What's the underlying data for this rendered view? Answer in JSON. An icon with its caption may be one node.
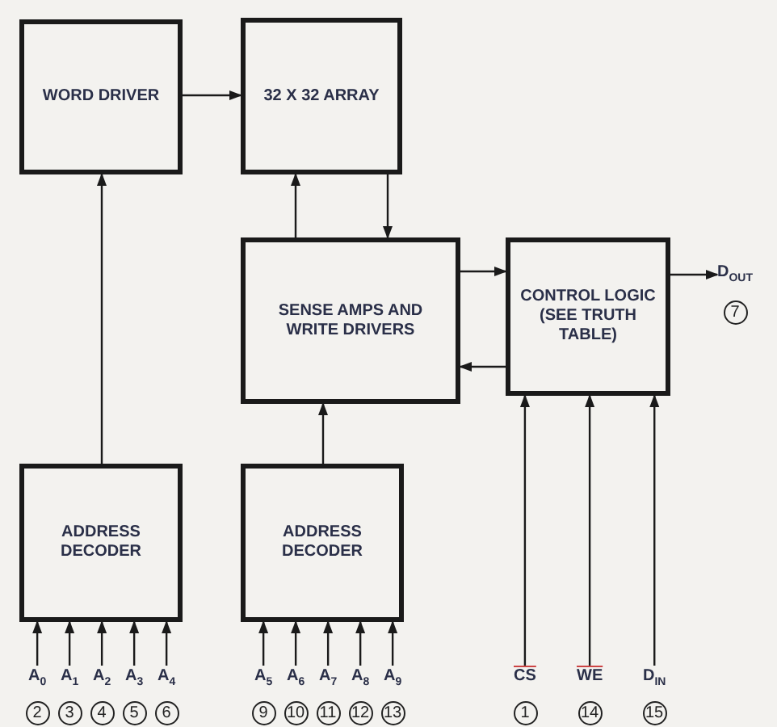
{
  "diagram": {
    "nodes": [
      {
        "text": [
          "WORD DRIVER"
        ]
      },
      {
        "text": [
          "32 X 32 ARRAY"
        ]
      },
      {
        "text": [
          "SENSE AMPS AND WRITE DRIVERS"
        ]
      },
      {
        "text": [
          "CONTROL LOGIC (SEE TRUTH TABLE)"
        ]
      },
      {
        "text": [
          "ADDRESS DECODER"
        ]
      },
      {
        "text": [
          "ADDRESS DECODER"
        ]
      },
      {
        "text": [
          "D$_{OUT}$"
        ],
        "beside": [
          "7"
        ]
      },
      {
        "text": [
          "A$_{0}$"
        ],
        "beside": [
          "2"
        ]
      },
      {
        "text": [
          "A$_{1}$"
        ],
        "beside": [
          "3"
        ]
      },
      {
        "text": [
          "A$_{2}$"
        ],
        "beside": [
          "4"
        ]
      },
      {
        "text": [
          "A$_{3}$"
        ],
        "beside": [
          "5"
        ]
      },
      {
        "text": [
          "A$_{4}$"
        ],
        "beside": [
          "6"
        ]
      },
      {
        "text": [
          "A$_{5}$"
        ],
        "beside": [
          "9"
        ]
      },
      {
        "text": [
          "A$_{6}$"
        ],
        "beside": [
          "10"
        ]
      },
      {
        "text": [
          "A$_{7}$"
        ],
        "beside": [
          "11"
        ]
      },
      {
        "text": [
          "A$_{8}$"
        ],
        "beside": [
          "12"
        ]
      },
      {
        "text": [
          "A$_{9}$"
        ],
        "beside": [
          "13"
        ]
      },
      {
        "text": [
          "CS"
        ],
        "beside": [
          "1"
        ]
      },
      {
        "text": [
          "WE"
        ],
        "beside": [
          "14"
        ]
      },
      {
        "text": [
          "D$_{IN}$"
        ],
        "beside": [
          "15"
        ]
      }
    ],
    "edges": [
      {
        "from": 4,
        "to": 0,
        "arrow": "to"
      },
      {
        "from": 0,
        "to": 1,
        "arrow": "to"
      },
      {
        "from": 2,
        "to": 1,
        "arrow": "to"
      },
      {
        "from": 1,
        "to": 2,
        "arrow": "to"
      },
      {
        "from": 2,
        "to": 3,
        "arrow": "to"
      },
      {
        "from": 3,
        "to": 2,
        "arrow": "to"
      },
      {
        "from": 5,
        "to": 2,
        "arrow": "to"
      },
      {
        "from": 3,
        "to": 6,
        "arrow": "to"
      },
      {
        "from": 7,
        "to": 4,
        "arrow": "to"
      },
      {
        "from": 8,
        "to": 4,
        "arrow": "to"
      },
      {
        "from": 9,
        "to": 4,
        "arrow": "to"
      },
      {
        "from": 10,
        "to": 4,
        "arrow": "to"
      },
      {
        "from": 11,
        "to": 4,
        "arrow": "to"
      },
      {
        "from": 12,
        "to": 5,
        "arrow": "to"
      },
      {
        "from": 13,
        "to": 5,
        "arrow": "to"
      },
      {
        "from": 14,
        "to": 5,
        "arrow": "to"
      },
      {
        "from": 15,
        "to": 5,
        "arrow": "to"
      },
      {
        "from": 16,
        "to": 5,
        "arrow": "to"
      },
      {
        "from": 17,
        "to": 3,
        "arrow": "to"
      },
      {
        "from": 18,
        "to": 3,
        "arrow": "to"
      },
      {
        "from": 19,
        "to": 3,
        "arrow": "to"
      }
    ]
  }
}
